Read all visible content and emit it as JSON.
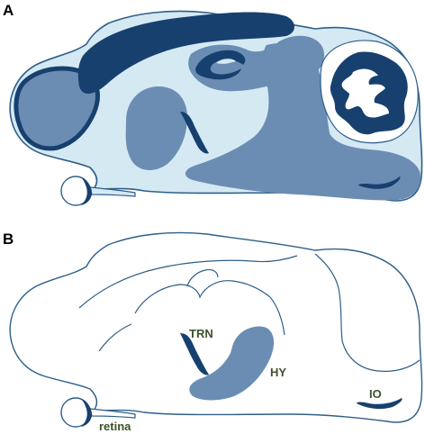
{
  "panels": [
    {
      "id": "A",
      "label": "A"
    },
    {
      "id": "B",
      "label": "B"
    }
  ],
  "labels": {
    "trn": "TRN",
    "hy": "HY",
    "io": "IO",
    "retina": "retina"
  },
  "colors": {
    "outline": "#2e5f8a",
    "brain_light": "#d5e9f3",
    "region_mid": "#6b8db3",
    "region_dark": "#17406f",
    "label_text": "#3d5229",
    "background": "#ffffff"
  }
}
